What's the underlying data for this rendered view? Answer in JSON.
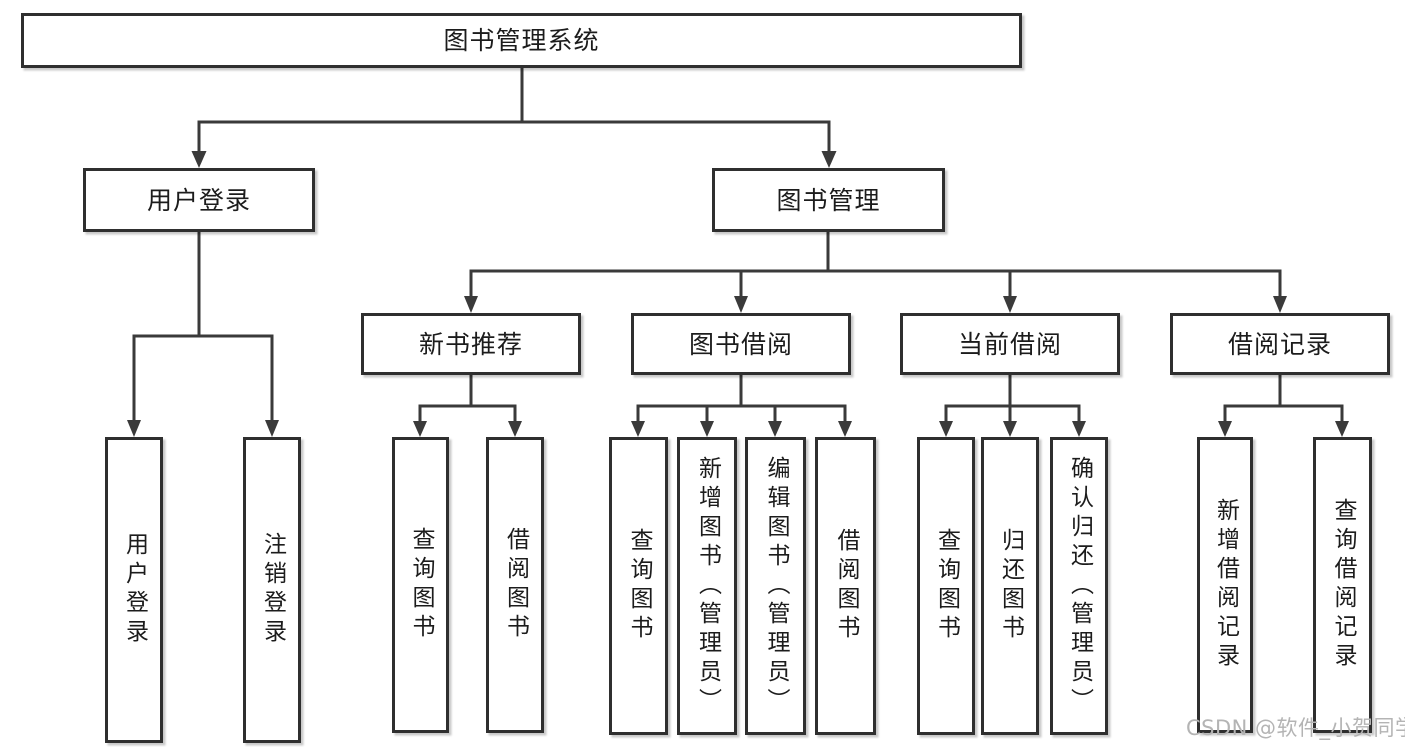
{
  "colors": {
    "line": "#3a3a3a",
    "box_border": "#2f2f2f",
    "box_fill": "#ffffff",
    "text": "#1c1c1c",
    "watermark": "#b4b4b4"
  },
  "nodes": {
    "root": "图书管理系统",
    "user_login": "用户登录",
    "book_mgmt": "图书管理",
    "new_books": "新书推荐",
    "book_borrow": "图书借阅",
    "current_borrow": "当前借阅",
    "borrow_records": "借阅记录",
    "ul_login": "用户登录",
    "ul_logout": "注销登录",
    "nb_query": "查询图书",
    "nb_borrow": "借阅图书",
    "bb_query": "查询图书",
    "bb_add": "新增图书（管理员）",
    "bb_edit": "编辑图书（管理员）",
    "bb_borrow": "借阅图书",
    "cb_query": "查询图书",
    "cb_return": "归还图书",
    "cb_confirm": "确认归还（管理员）",
    "br_add": "新增借阅记录",
    "br_query": "查询借阅记录"
  },
  "watermark": "CSDN @软件_小贺同学"
}
